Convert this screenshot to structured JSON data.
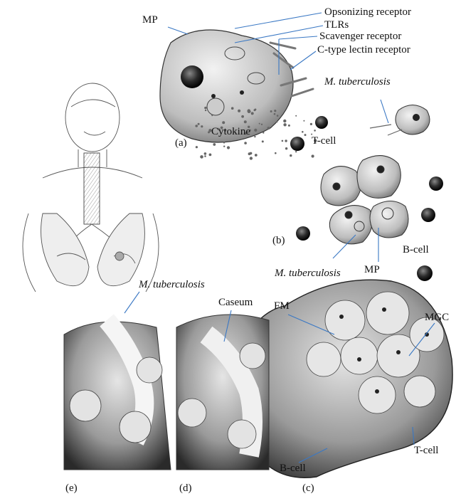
{
  "labels": {
    "mp_a": "MP",
    "opsonizing_receptor": "Opsonizing receptor",
    "tlrs": "TLRs",
    "scavenger_receptor": "Scavenger receptor",
    "c_type_lectin": "C-type lectin receptor",
    "m_tb_a": "M. tuberculosis",
    "cytokine": "Cytokine",
    "t_cell_a": "T-cell",
    "m_tb_b": "M. tuberculosis",
    "mp_b": "MP",
    "b_cell_b": "B-cell",
    "fm": "FM",
    "mgc": "MGC",
    "t_cell_c": "T-cell",
    "b_cell_c": "B-cell",
    "m_tb_e": "M. tuberculosis",
    "caseum": "Caseum"
  },
  "panels": {
    "a": "(a)",
    "b": "(b)",
    "c": "(c)",
    "d": "(d)",
    "e": "(e)"
  },
  "colors": {
    "leader_line": "#3a78c4",
    "ink": "#222222",
    "cell_fill": "#d9d9d9",
    "dark_cell": "#1a1a1a"
  }
}
